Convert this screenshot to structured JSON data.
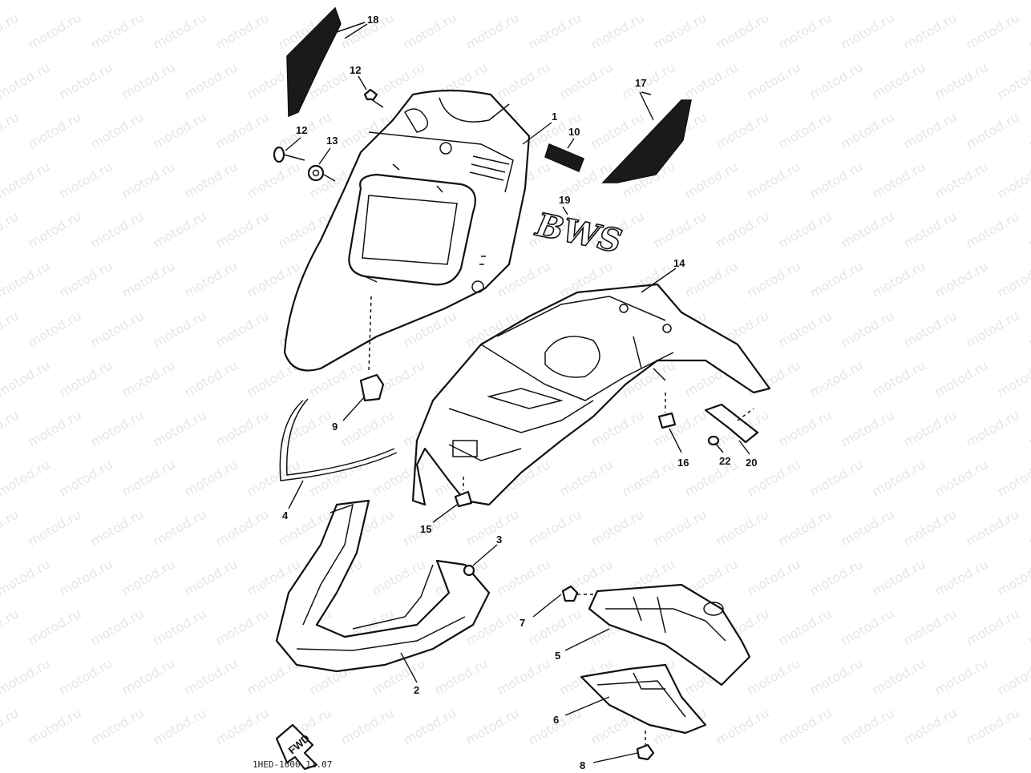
{
  "watermark": "motod.ru",
  "callouts": [
    "18",
    "12",
    "12",
    "13",
    "1",
    "10",
    "17",
    "19",
    "14",
    "9",
    "4",
    "16",
    "22",
    "20",
    "15",
    "3",
    "2",
    "7",
    "5",
    "6",
    "8"
  ],
  "logo_text": "BWS",
  "fwd_text": "FWD",
  "footer_code": "1HED-1000 11.07"
}
